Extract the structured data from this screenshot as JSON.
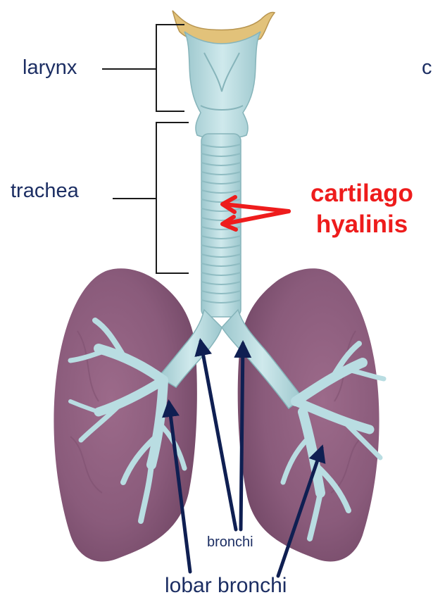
{
  "labels": {
    "larynx": "larynx",
    "trachea": "trachea",
    "cartilage_line1": "cartilago",
    "cartilage_line2": "hyalinis",
    "bronchi": "bronchi",
    "lobar_bronchi": "lobar bronchi",
    "cropped_text": "c"
  },
  "colors": {
    "label_text": "#1c2e63",
    "cartilage_label": "#ee1c1c",
    "leader_lines": "#0f1f52",
    "lung_fill": "#8a5a7a",
    "airway_fill": "#b9dde2",
    "epiglottis_fill": "#e2c27a"
  }
}
